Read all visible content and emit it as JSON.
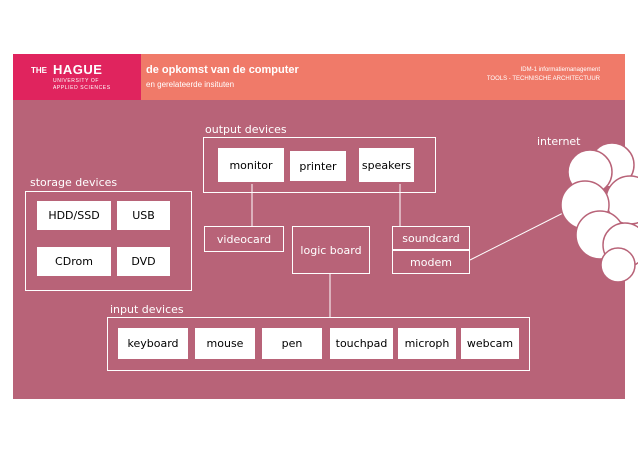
{
  "header": {
    "logo_the": "THE",
    "logo_hague": "HAGUE",
    "logo_sub1": "UNIVERSITY OF",
    "logo_sub2": "APPLIED SCIENCES",
    "title": "de opkomst van de computer",
    "subtitle": "en gerelateerde insituten",
    "course": "IDM-1 informatiemanagement",
    "track": "TOOLS - TECHNISCHE ARCHITECTUUR"
  },
  "diagram": {
    "output_label": "output devices",
    "output_items": [
      "monitor",
      "printer",
      "speakers"
    ],
    "storage_label": "storage devices",
    "storage_items": [
      "HDD/SSD",
      "USB",
      "CDrom",
      "DVD"
    ],
    "videocard": "videocard",
    "logic_board": "logic board",
    "soundcard": "soundcard",
    "modem": "modem",
    "internet_label": "internet",
    "input_label": "input devices",
    "input_items": [
      "keyboard",
      "mouse",
      "pen",
      "touchpad",
      "microph",
      "webcam"
    ]
  },
  "colors": {
    "background": "#b86378",
    "header": "#f07a69",
    "logo": "#e0245e",
    "line": "#ffffff"
  }
}
